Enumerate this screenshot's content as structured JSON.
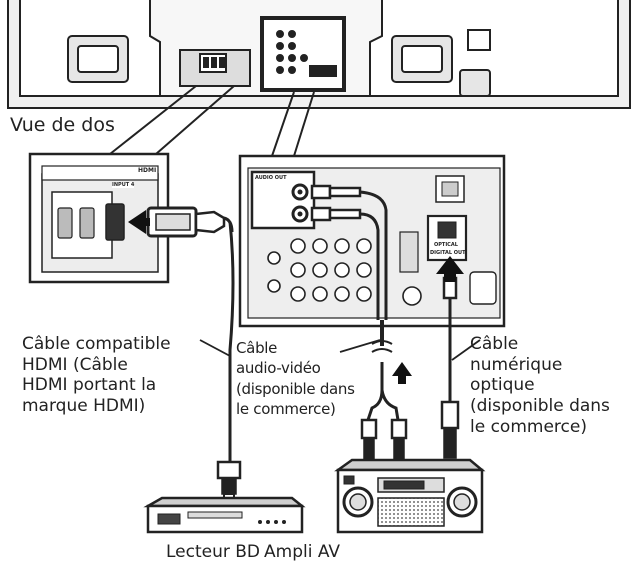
{
  "labels": {
    "back_view": "Vue de dos",
    "hdmi_cable": [
      "Câble compatible",
      "HDMI (Câble",
      "HDMI portant la",
      "marque HDMI)"
    ],
    "av_cable": [
      "Câble",
      "audio-vidéo",
      "(disponible dans",
      "le commerce)"
    ],
    "optical_cable": [
      "Câble",
      "numérique",
      "optique",
      "(disponible dans",
      "le commerce)"
    ],
    "bd_player": "Lecteur BD",
    "av_amp": "Ampli AV"
  },
  "panel_text": {
    "hdmi_section": "HDMI",
    "hdmi_port": "INPUT 4",
    "audio_out": "AUDIO OUT",
    "optical": "OPTICAL",
    "digital_out": "DIGITAL OUT"
  },
  "colors": {
    "stroke": "#222222",
    "panel_fill": "#ffffff",
    "shade": "#cfcfcf",
    "dark": "#1a1a1a"
  }
}
